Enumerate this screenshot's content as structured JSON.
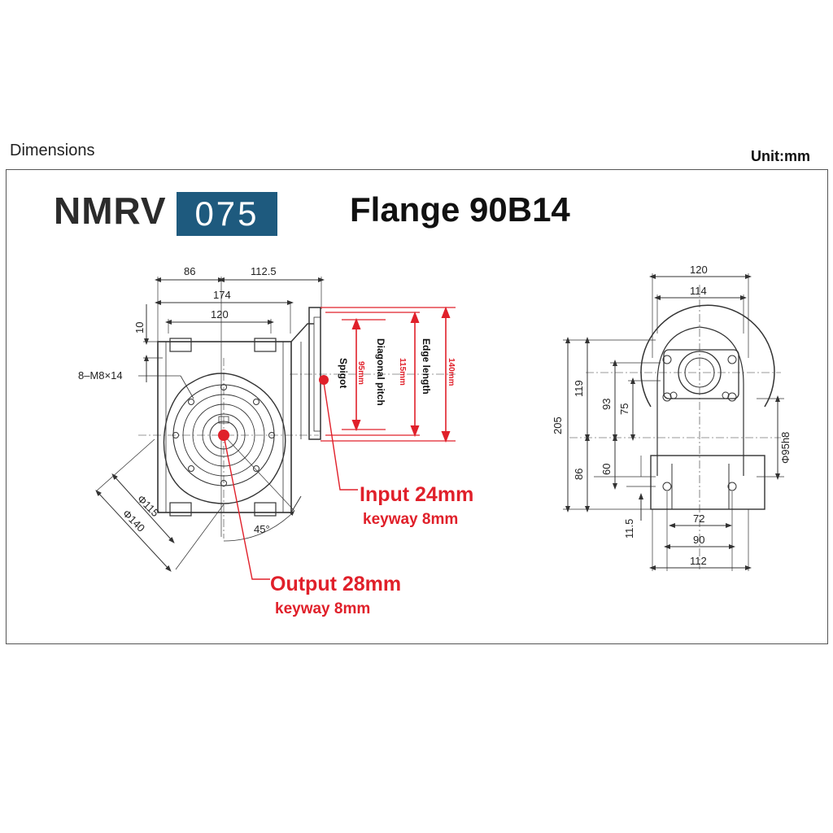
{
  "header": {
    "title": "Dimensions",
    "unit": "Unit:mm"
  },
  "model": {
    "name": "NMRV",
    "number": "075",
    "flange": "Flange 90B14"
  },
  "colors": {
    "accent": "#1e5a7e",
    "callout": "#e0202a",
    "line": "#333333"
  },
  "front_view": {
    "dims": {
      "d86": "86",
      "d112_5": "112.5",
      "d174": "174",
      "d120": "120",
      "d10": "10",
      "holes": "8–M8×14",
      "phi115": "Φ115",
      "phi140": "Φ140",
      "angle": "45°"
    }
  },
  "flange_detail": {
    "spigot_value": "95mm",
    "spigot_label": "Spigot",
    "pitch_value": "115mm",
    "pitch_label": "Diagonal pitch",
    "edge_value": "140mm",
    "edge_label": "Edge length"
  },
  "callouts": {
    "input_main": "Input 24mm",
    "input_sub": "keyway 8mm",
    "output_main": "Output 28mm",
    "output_sub": "keyway 8mm"
  },
  "side_view": {
    "dims": {
      "d120": "120",
      "d114": "114",
      "d205": "205",
      "d119": "119",
      "d93": "93",
      "d75": "75",
      "d86": "86",
      "d60": "60",
      "d11_5": "11.5",
      "phi95": "Φ95h8",
      "d72": "72",
      "d90": "90",
      "d112": "112"
    }
  }
}
